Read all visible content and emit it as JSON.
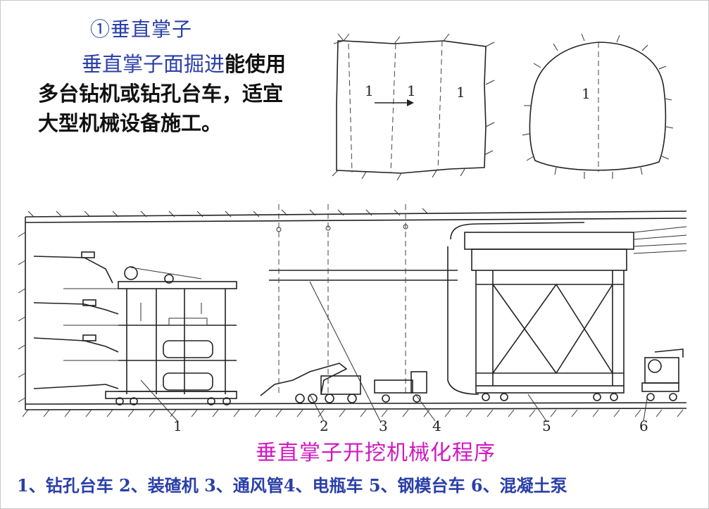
{
  "heading": "①垂直掌子",
  "description": {
    "highlight": "垂直掌子面掘进",
    "text": "能使用多台钻机或钻孔台车，适宜大型机械设备施工。"
  },
  "face_labels": [
    "1",
    "1",
    "1",
    "1"
  ],
  "equipment_numbers": [
    "1",
    "2",
    "3",
    "4",
    "5",
    "6"
  ],
  "caption": "垂直掌子开挖机械化程序",
  "legend": "1、钻孔台车  2、装碴机  3、通风管4、电瓶车 5、钢模台车   6、混凝土泵"
}
